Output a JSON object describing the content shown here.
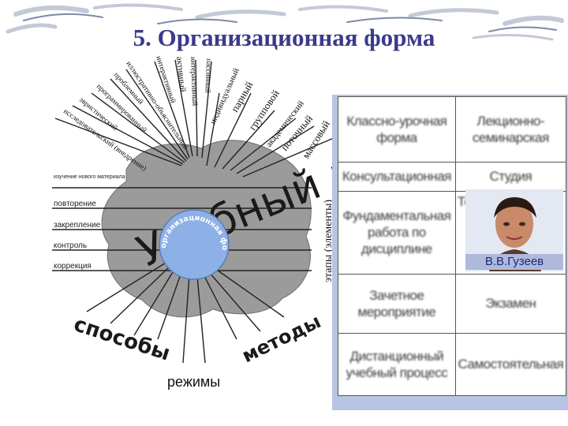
{
  "title": "5. Организационная форма",
  "diagram": {
    "center_label": "Учебный процесс",
    "hub_label": "организационная форма",
    "top_labels": [
      "индивидуальный",
      "парный",
      "групповой",
      "академический",
      "поточный",
      "массовый"
    ],
    "left_fan_labels": [
      "исследовательский (внедрение)",
      "эвристический",
      "программированный",
      "проблемный",
      "иллюстративно-объяснительный",
      "интерактивный",
      "активный",
      "интерактивный",
      "пассивный"
    ],
    "stage_labels": [
      "изучение нового материала",
      "повторение",
      "закрепление",
      "контроль",
      "коррекция"
    ],
    "right_label": "этапы (элементы)",
    "bottom_labels": [
      "способы",
      "режимы",
      "методы"
    ]
  },
  "table": {
    "rows": [
      [
        "Классно-урочная форма",
        "Лекционно-семинарская"
      ],
      [
        "Консультационная",
        "Студия"
      ],
      [
        "Фундаментальная работа по дисциплине",
        "Тесты"
      ],
      [
        "Зачетное мероприятие",
        "Экзамен"
      ],
      [
        "Дистанционный учебный процесс",
        "Самостоятельная"
      ]
    ]
  },
  "photo": {
    "caption": "В.В.Гузеев"
  }
}
